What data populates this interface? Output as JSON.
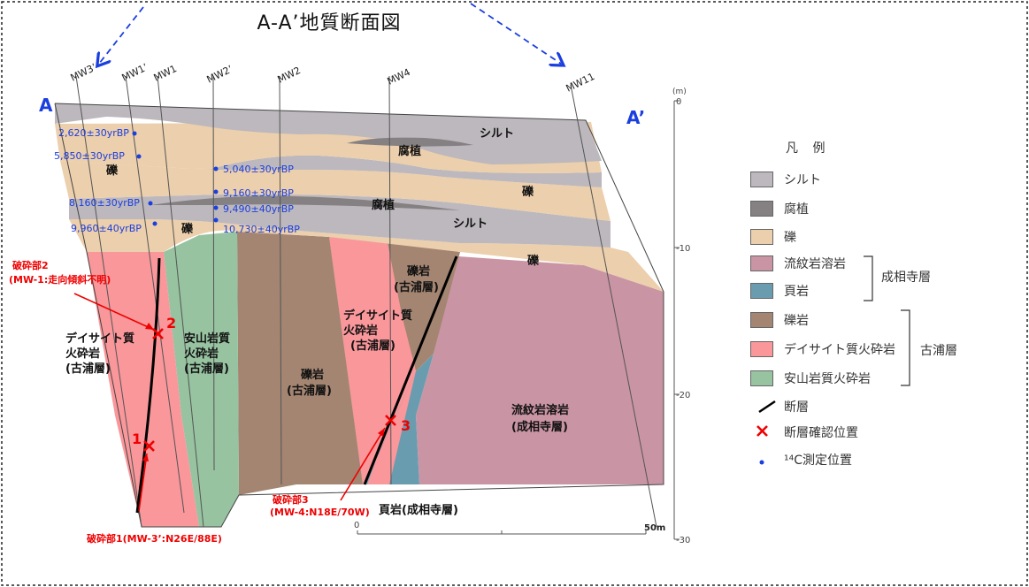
{
  "title": "A-A’地質断面図",
  "section": {
    "end_left": "A",
    "end_right": "A’",
    "wells": [
      "MW3’",
      "MW1’",
      "MW1",
      "MW2’",
      "MW2",
      "MW4",
      "MW11"
    ],
    "dates": [
      "2,620±30yrBP",
      "5,850±30yrBP",
      "5,040±30yrBP",
      "8,160±30yrBP",
      "9,160±30yrBP",
      "9,490±40yrBP",
      "9,960±40yrBP",
      "10,730±40yrBP"
    ],
    "scale": {
      "unit": "(m)",
      "ticks": [
        "0",
        "-10",
        "-20",
        "-30"
      ],
      "h_start": "0",
      "h_end": "50m"
    },
    "layer_labels": {
      "silt_top": "シルト",
      "humus_top": "腐植",
      "gravel_right": "礫",
      "humus_mid": "腐植",
      "silt_mid": "シルト",
      "gravel_left": "礫",
      "gravel_bottom_left": "礫",
      "gravel_bottom_right": "礫"
    },
    "rock_labels": {
      "dacite_left": [
        "デイサイト質",
        "火砕岩",
        "(古浦層)"
      ],
      "andesite": [
        "安山岩質",
        "火砕岩",
        "(古浦層)"
      ],
      "conglomerate_mid": [
        "礫岩",
        "(古浦層)"
      ],
      "dacite_right": [
        "デイサイト質",
        "火砕岩",
        "(古浦層)"
      ],
      "conglomerate_right": [
        "礫岩",
        "(古浦層)"
      ],
      "rhyolite": [
        "流紋岩溶岩",
        "(成相寺層)"
      ],
      "shale": "頁岩(成相寺層)"
    },
    "faults": {
      "f2_title": "破砕部2",
      "f2_note": "(MW-1:走向傾斜不明)",
      "f2_num": "2",
      "f1_label": "破砕部1(MW-3’:N26E/88E)",
      "f1_num": "1",
      "f3_title": "破砕部3",
      "f3_note": "(MW-4:N18E/70W)",
      "f3_num": "3"
    }
  },
  "legend": {
    "title": "凡 例",
    "items": [
      {
        "label": "シルト",
        "color": "#bcb8bd"
      },
      {
        "label": "腐植",
        "color": "#858182"
      },
      {
        "label": "礫",
        "color": "#eccfac"
      },
      {
        "label": "流紋岩溶岩",
        "color": "#c994a4"
      },
      {
        "label": "頁岩",
        "color": "#6a9cb0"
      },
      {
        "label": "礫岩",
        "color": "#a38572"
      },
      {
        "label": "デイサイト質火砕岩",
        "color": "#f9979b"
      },
      {
        "label": "安山岩質火砕岩",
        "color": "#97c3a1"
      }
    ],
    "fault_label": "断層",
    "fault_pos_label": "断層確認位置",
    "c14_label": "¹⁴C測定位置",
    "group1": "成相寺層",
    "group2": "古浦層"
  }
}
